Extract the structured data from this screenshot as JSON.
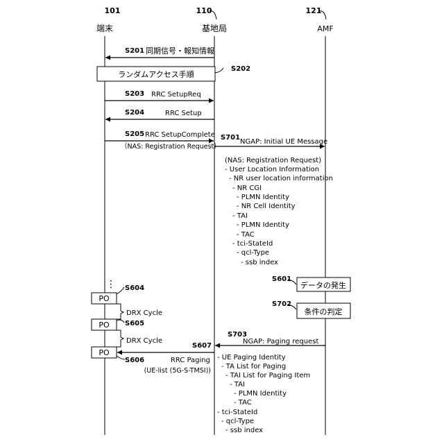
{
  "entities": {
    "ue": {
      "ref": "101",
      "label": "端末"
    },
    "bs": {
      "ref": "110",
      "label": "基地局"
    },
    "amf": {
      "ref": "121",
      "label": "AMF"
    }
  },
  "steps": {
    "s201": {
      "id": "S201",
      "label": "同期信号・報知情報"
    },
    "s202": {
      "id": "S202",
      "label": "ランダムアクセス手順"
    },
    "s203": {
      "id": "S203",
      "label": "RRC SetupReq"
    },
    "s204": {
      "id": "S204",
      "label": "RRC Setup"
    },
    "s205": {
      "id": "S205",
      "label": "RRC SetupComplete",
      "sub": "（NAS: Registration Request）"
    },
    "s701": {
      "id": "S701",
      "label": "NGAP: Initial UE Message"
    },
    "s601": {
      "id": "S601",
      "label": "データの発生"
    },
    "s702": {
      "id": "S702",
      "label": "条件の判定"
    },
    "s703": {
      "id": "S703",
      "label": "NGAP: Paging request"
    },
    "s604": {
      "id": "S604"
    },
    "s605": {
      "id": "S605"
    },
    "s606": {
      "id": "S606"
    },
    "s607": {
      "id": "S607",
      "label": "RRC Paging",
      "sub": "(UE-list (5G-S-TMSI))"
    }
  },
  "po_label": "PO",
  "drx_label": "DRX Cycle",
  "dots": "⋮",
  "initial_ue_contents": [
    "(NAS: Registration Request)",
    "- User Location Information",
    "- NR user location information",
    "- NR CGI",
    "- PLMN Identity",
    "- NR Cell Identity",
    "- TAI",
    "- PLMN Identity",
    "- TAC",
    "- tci-StateId",
    "- qcl-Type",
    "- ssb index"
  ],
  "paging_contents": [
    "- UE Paging Identity",
    "- TA List for Paging",
    "- TAI List for Paging Item",
    "- TAI",
    "- PLMN Identity",
    "- TAC",
    "- tci-StateId",
    "- qcl-Type",
    "- ssb index"
  ]
}
